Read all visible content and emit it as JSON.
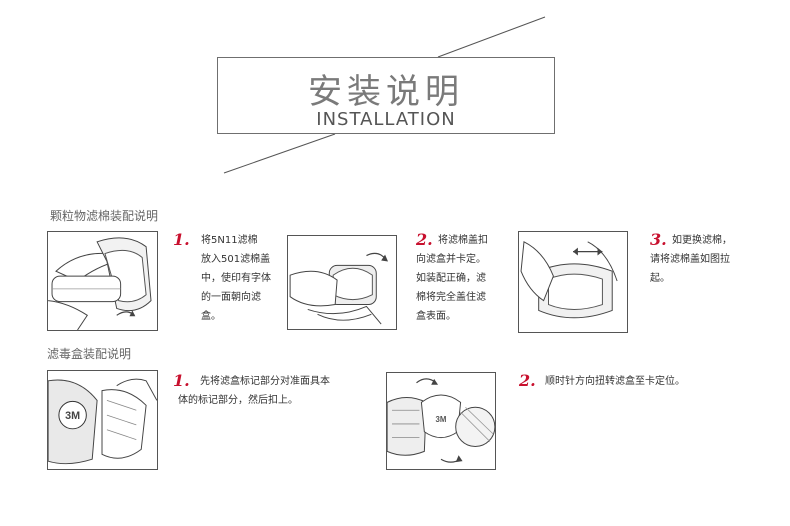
{
  "header": {
    "title_zh": "安装说明",
    "title_en": "INSTALLATION"
  },
  "colors": {
    "step_number": "#c8102e",
    "line": "#555555"
  },
  "section_particle": {
    "title": "颗粒物滤棉装配说明",
    "steps": [
      {
        "num": "1.",
        "text": "将5N11滤棉\n放入501滤棉盖\n中，使印有字体\n的一面朝向滤\n盒。"
      },
      {
        "num": "2.",
        "text": "将滤棉盖扣\n向滤盒并卡定。\n如装配正确，滤\n棉将完全盖住滤\n盒表面。"
      },
      {
        "num": "3.",
        "text": "如更换滤棉，\n请将滤棉盖如图拉\n起。"
      }
    ]
  },
  "section_cartridge": {
    "title": "滤毒盒装配说明",
    "steps": [
      {
        "num": "1.",
        "text": "先将滤盒标记部分对准面具本\n体的标记部分，然后扣上。"
      },
      {
        "num": "2.",
        "text": "顺时针方向扭转滤盒至卡定位。"
      }
    ],
    "logo": "3M"
  }
}
